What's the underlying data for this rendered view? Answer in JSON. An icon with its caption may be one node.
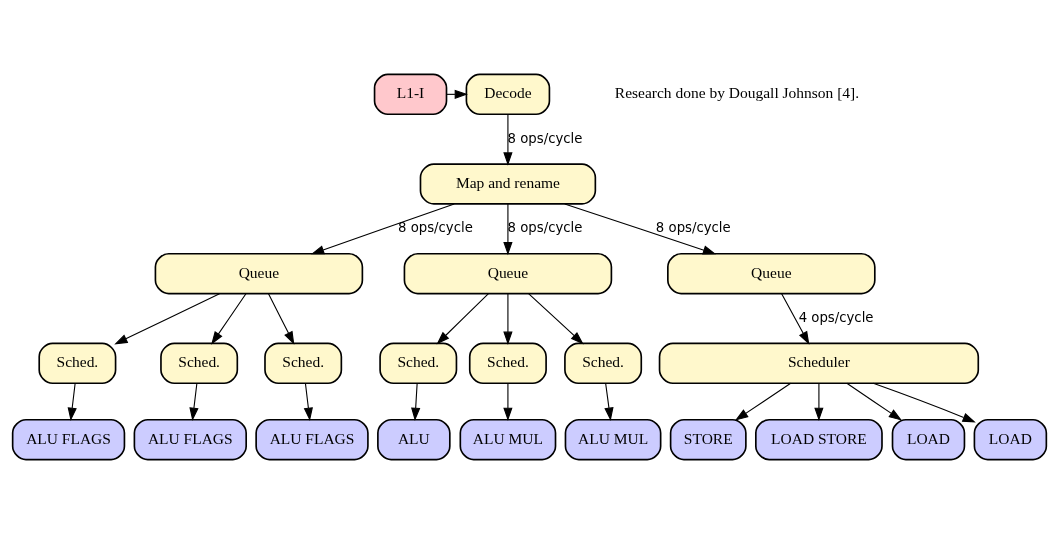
{
  "diagram": {
    "nodes": [
      {
        "text": [
          "L1-I"
        ]
      },
      {
        "text": [
          "Decode"
        ]
      },
      {
        "text": [
          "Map and rename"
        ]
      },
      {
        "text": [
          "Queue"
        ]
      },
      {
        "text": [
          "Queue"
        ]
      },
      {
        "text": [
          "Queue"
        ]
      },
      {
        "text": [
          "Sched."
        ]
      },
      {
        "text": [
          "Sched."
        ]
      },
      {
        "text": [
          "Sched."
        ]
      },
      {
        "text": [
          "Sched."
        ]
      },
      {
        "text": [
          "Sched."
        ]
      },
      {
        "text": [
          "Sched."
        ]
      },
      {
        "text": [
          "Scheduler"
        ]
      },
      {
        "text": [
          "ALU FLAGS"
        ]
      },
      {
        "text": [
          "ALU FLAGS"
        ]
      },
      {
        "text": [
          "ALU FLAGS"
        ]
      },
      {
        "text": [
          "ALU"
        ]
      },
      {
        "text": [
          "ALU MUL"
        ]
      },
      {
        "text": [
          "ALU MUL"
        ]
      },
      {
        "text": [
          "STORE"
        ]
      },
      {
        "text": [
          "LOAD STORE"
        ]
      },
      {
        "text": [
          "LOAD"
        ]
      },
      {
        "text": [
          "LOAD"
        ]
      }
    ],
    "edges": [
      {
        "from": 0,
        "to": 1,
        "arrow": "to"
      },
      {
        "from": 1,
        "to": 2,
        "arrow": "to",
        "label": "8 ops/cycle"
      },
      {
        "from": 2,
        "to": 3,
        "arrow": "to",
        "label": "8 ops/cycle"
      },
      {
        "from": 2,
        "to": 4,
        "arrow": "to",
        "label": "8 ops/cycle"
      },
      {
        "from": 2,
        "to": 5,
        "arrow": "to",
        "label": "8 ops/cycle"
      },
      {
        "from": 3,
        "to": 6,
        "arrow": "to"
      },
      {
        "from": 3,
        "to": 7,
        "arrow": "to"
      },
      {
        "from": 3,
        "to": 8,
        "arrow": "to"
      },
      {
        "from": 4,
        "to": 9,
        "arrow": "to"
      },
      {
        "from": 4,
        "to": 10,
        "arrow": "to"
      },
      {
        "from": 4,
        "to": 11,
        "arrow": "to"
      },
      {
        "from": 5,
        "to": 12,
        "arrow": "to",
        "label": "4 ops/cycle"
      },
      {
        "from": 6,
        "to": 13,
        "arrow": "to"
      },
      {
        "from": 7,
        "to": 14,
        "arrow": "to"
      },
      {
        "from": 8,
        "to": 15,
        "arrow": "to"
      },
      {
        "from": 9,
        "to": 16,
        "arrow": "to"
      },
      {
        "from": 10,
        "to": 17,
        "arrow": "to"
      },
      {
        "from": 11,
        "to": 18,
        "arrow": "to"
      },
      {
        "from": 12,
        "to": 19,
        "arrow": "to"
      },
      {
        "from": 12,
        "to": 20,
        "arrow": "to"
      },
      {
        "from": 12,
        "to": 21,
        "arrow": "to"
      },
      {
        "from": 12,
        "to": 22,
        "arrow": "to"
      }
    ],
    "labels": [
      "Research done by Dougall Johnson [4]."
    ]
  }
}
